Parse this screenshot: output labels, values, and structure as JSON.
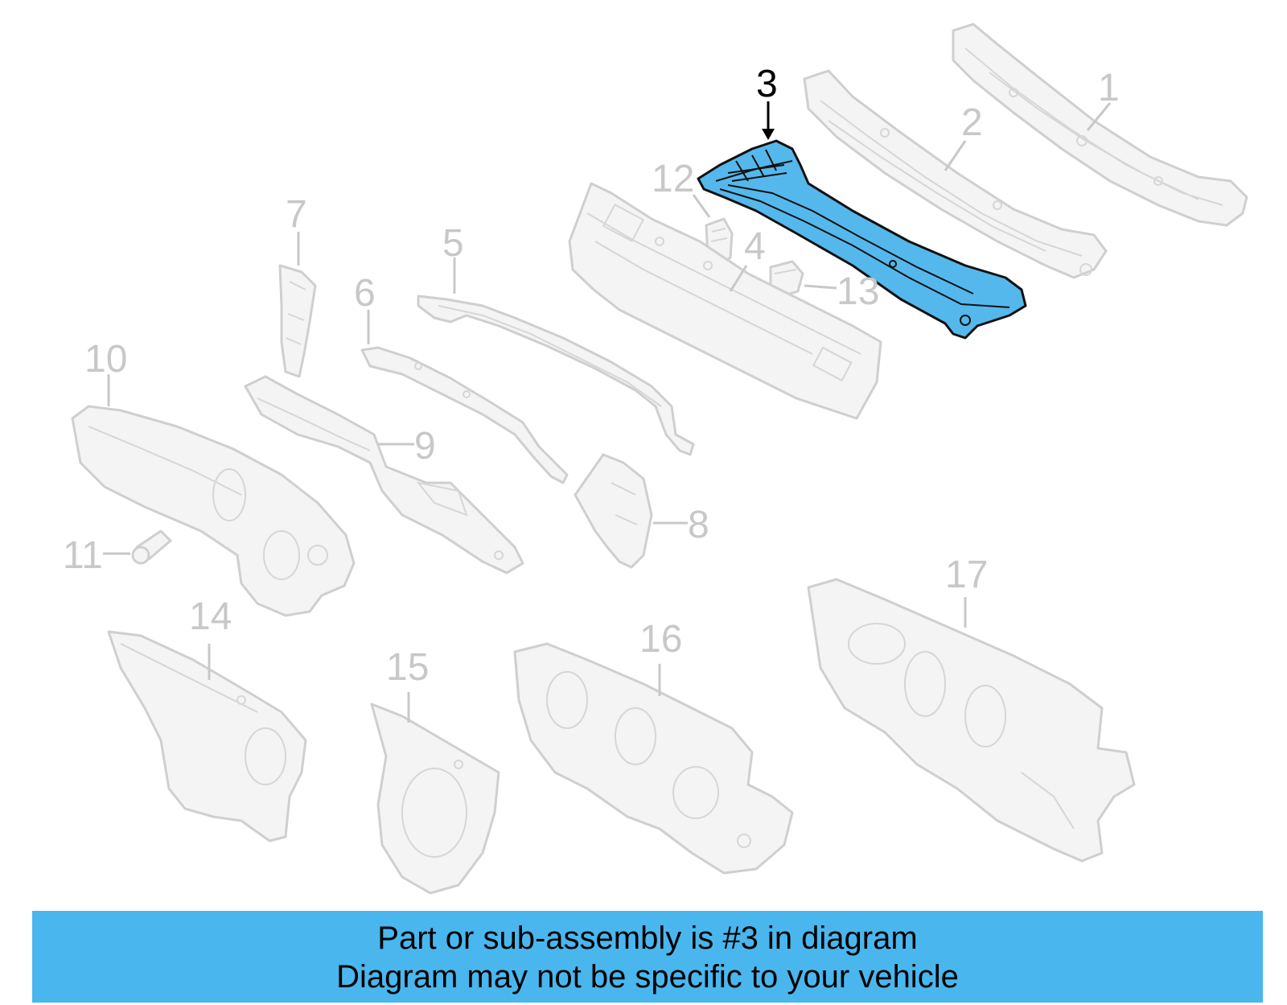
{
  "diagram": {
    "highlighted_part": "3",
    "callouts": {
      "c1": "1",
      "c2": "2",
      "c3": "3",
      "c4": "4",
      "c5": "5",
      "c6": "6",
      "c7": "7",
      "c8": "8",
      "c9": "9",
      "c10": "10",
      "c11": "11",
      "c12": "12",
      "c13": "13",
      "c14": "14",
      "c15": "15",
      "c16": "16",
      "c17": "17"
    },
    "colors": {
      "highlight": "#55b8ec",
      "banner": "#4ab6ee",
      "ghost": "#cfcfcf"
    }
  },
  "banner": {
    "line1": "Part or sub-assembly is #3 in diagram",
    "line2": "Diagram may not be specific to your vehicle"
  }
}
